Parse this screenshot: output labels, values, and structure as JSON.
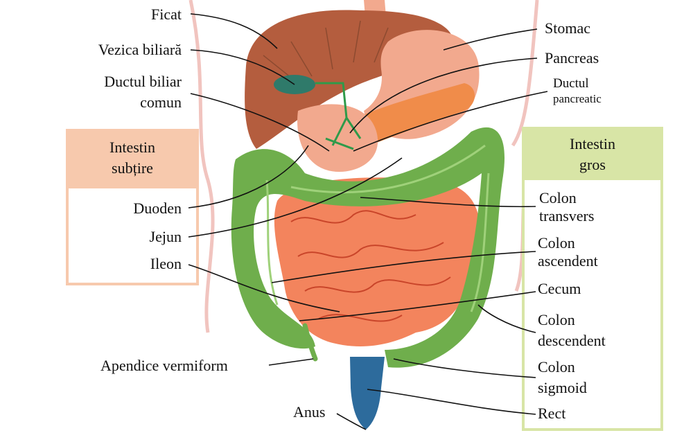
{
  "left_group": {
    "title": "Intestin subțire",
    "title_lines": [
      "Intestin",
      "subțire"
    ]
  },
  "right_group": {
    "title": "Intestin gros",
    "title_lines": [
      "Intestin",
      "gros"
    ]
  },
  "labels": {
    "ficat": "Ficat",
    "vezica": "Vezica biliară",
    "ductul_biliar": [
      "Ductul biliar",
      "comun"
    ],
    "duoden": "Duoden",
    "jejun": "Jejun",
    "ileon": "Ileon",
    "apendice": "Apendice vermiform",
    "anus": "Anus",
    "stomac": "Stomac",
    "pancreas": "Pancreas",
    "ductul_pancreatic": [
      "Ductul",
      "pancreatic"
    ],
    "colon_transvers": [
      "Colon",
      "transvers"
    ],
    "colon_ascendent": [
      "Colon",
      "ascendent"
    ],
    "cecum": "Cecum",
    "colon_descendent": [
      "Colon",
      "descendent"
    ],
    "colon_sigmoid": [
      "Colon",
      "sigmoid"
    ],
    "rect": "Rect"
  },
  "colors": {
    "small_intestine_box": "#f7c9ad",
    "large_intestine_box": "#d8e5a6",
    "liver": "#b45d3e",
    "stomach": "#f2a98e",
    "pancreas": "#f08c4a",
    "colon": "#6fae4c",
    "small_intestine": "#f3845d",
    "rectum": "#2d6b9c",
    "gallbladder": "#2f7a6a"
  }
}
